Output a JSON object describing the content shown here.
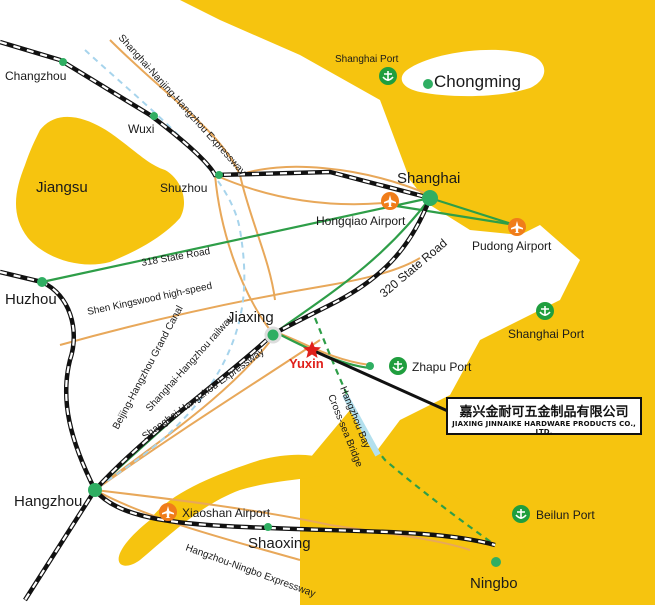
{
  "cities": {
    "changzhou": "Changzhou",
    "wuxi": "Wuxi",
    "jiangsu": "Jiangsu",
    "shuzhou": "Shuzhou",
    "shanghai": "Shanghai",
    "chongming": "Chongming",
    "huzhou": "Huzhou",
    "jiaxing": "Jiaxing",
    "hangzhou": "Hangzhou",
    "shaoxing": "Shaoxing",
    "ningbo": "Ningbo",
    "yuxin": "Yuxin"
  },
  "ports": {
    "shanghai_port_north": "Shanghai Port",
    "shanghai_port_east": "Shanghai Port",
    "zhapu_port": "Zhapu Port",
    "beilun_port": "Beilun Port"
  },
  "airports": {
    "hongqiao": "Hongqiao Airport",
    "pudong": "Pudong Airport",
    "xiaoshan": "Xiaoshan Airport"
  },
  "routes": {
    "snh_expressway": "Shanghai-Nanjing-Hangzhou Expressway",
    "road_318": "318 State Road",
    "road_320": "320 State Road",
    "shen_kingswood": "Shen Kingswood high-speed",
    "grand_canal": "Beijing-Hangzhou Grand Canal",
    "sh_hz_railway": "Shanghai-Hangzhou railway",
    "sh_hz_expressway": "Shanghai-Hangzhou Expressway",
    "bay_bridge_1": "Hangzhou Bay",
    "bay_bridge_2": "Cross-sea Bridge",
    "hz_nb_expressway": "Hangzhou-Ningbo Expressway"
  },
  "company": {
    "name_cn": "嘉兴金耐可五金制品有限公司",
    "name_en": "JIAXING JINNAIKE HARDWARE PRODUCTS CO., LTD."
  },
  "colors": {
    "sea": "#f6c40f",
    "land": "#ffffff",
    "road": "#e8a85a",
    "green_route": "#2e9e48",
    "railway": "#111111",
    "airport": "#f07d1a",
    "port": "#1f9e3e",
    "node": "#2fae62",
    "star": "#e0201b"
  }
}
